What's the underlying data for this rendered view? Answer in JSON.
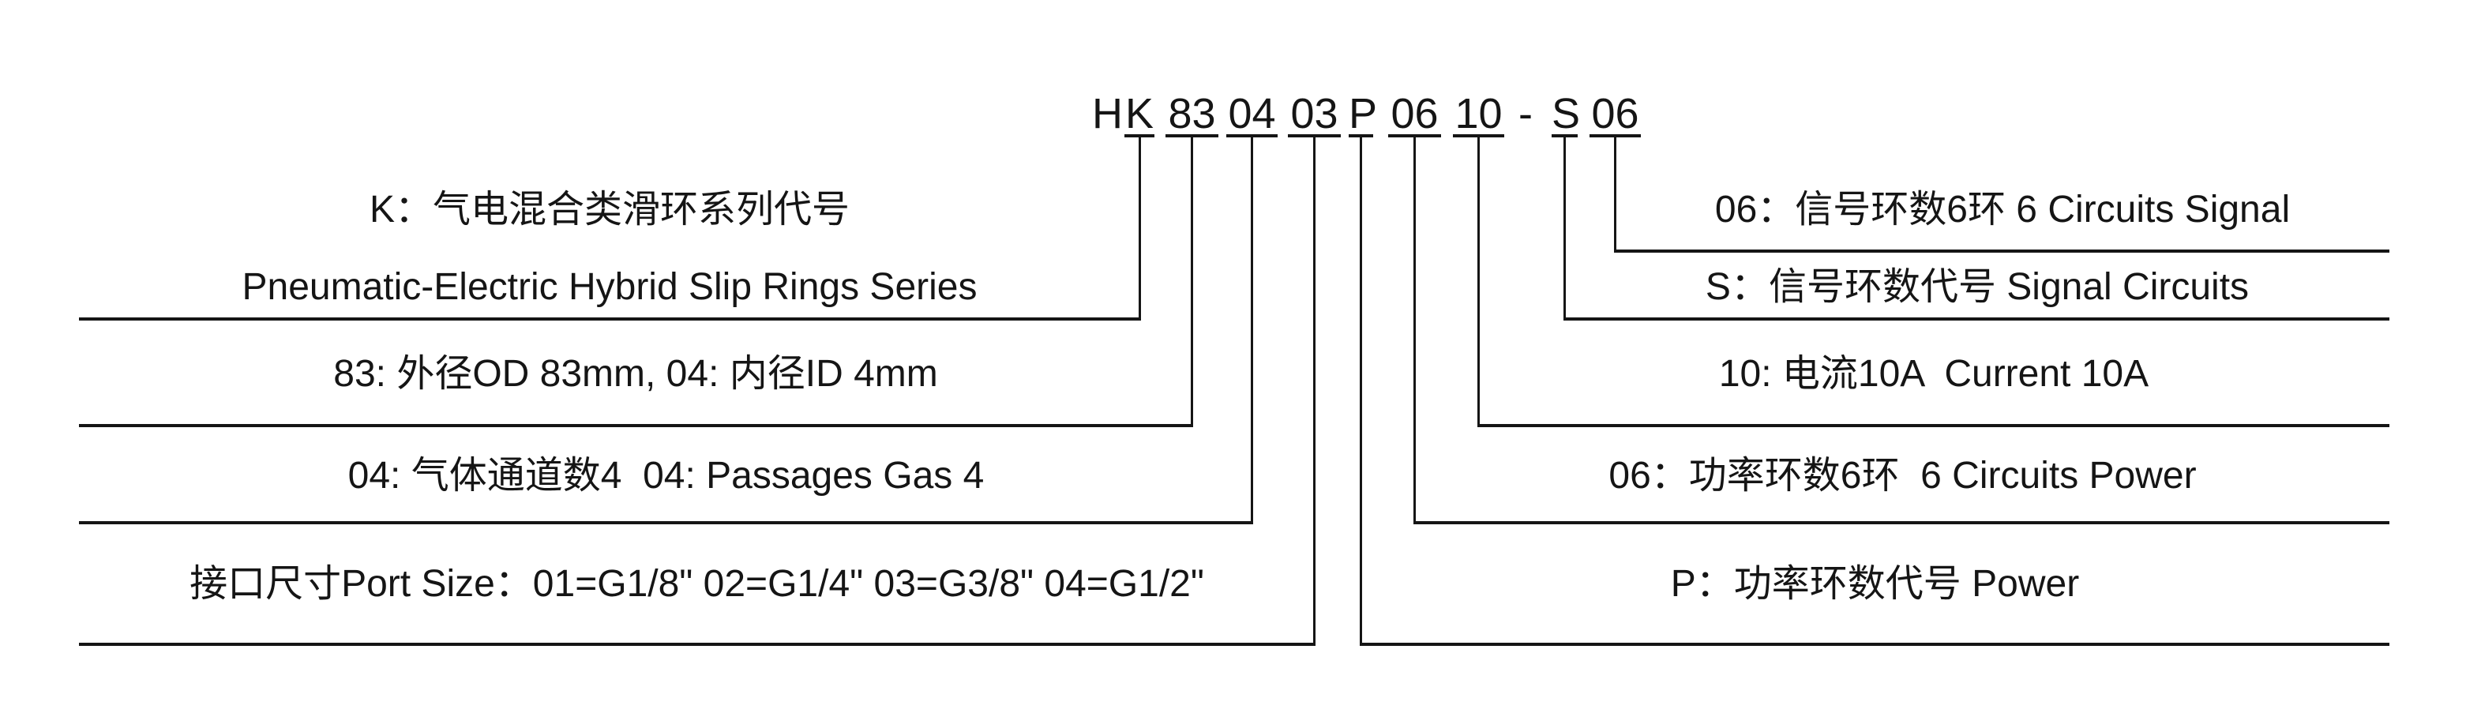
{
  "code": {
    "full": "H K 83 04 03 P 06 10 - S 06",
    "segments": [
      {
        "text": "H",
        "underline": false
      },
      {
        "text": "K",
        "underline": true
      },
      {
        "text": "83",
        "underline": true
      },
      {
        "text": "04",
        "underline": true
      },
      {
        "text": "03",
        "underline": true
      },
      {
        "text": "P",
        "underline": true
      },
      {
        "text": "06",
        "underline": true
      },
      {
        "text": "10",
        "underline": true
      },
      {
        "text": "-",
        "underline": false
      },
      {
        "text": "S",
        "underline": true
      },
      {
        "text": "06",
        "underline": true
      }
    ]
  },
  "left_labels": [
    {
      "lines": [
        "K：气电混合类滑环系列代号",
        "Pneumatic-Electric Hybrid Slip Rings Series"
      ]
    },
    {
      "lines": [
        "83: 外径OD 83mm, 04: 内径ID 4mm"
      ]
    },
    {
      "lines": [
        "04: 气体通道数4  04: Passages Gas 4"
      ]
    },
    {
      "lines": [
        "接口尺寸Port Size：01=G1/8\" 02=G1/4\" 03=G3/8\" 04=G1/2\""
      ]
    }
  ],
  "right_labels": [
    {
      "lines": [
        "06：信号环数6环 6 Circuits Signal"
      ]
    },
    {
      "lines": [
        "S：信号环数代号 Signal Circuits"
      ]
    },
    {
      "lines": [
        "10: 电流10A  Current 10A"
      ]
    },
    {
      "lines": [
        "06：功率环数6环  6 Circuits Power"
      ]
    },
    {
      "lines": [
        "P：功率环数代号 Power"
      ]
    }
  ],
  "colors": {
    "ink": "#151515",
    "background": "#ffffff"
  }
}
